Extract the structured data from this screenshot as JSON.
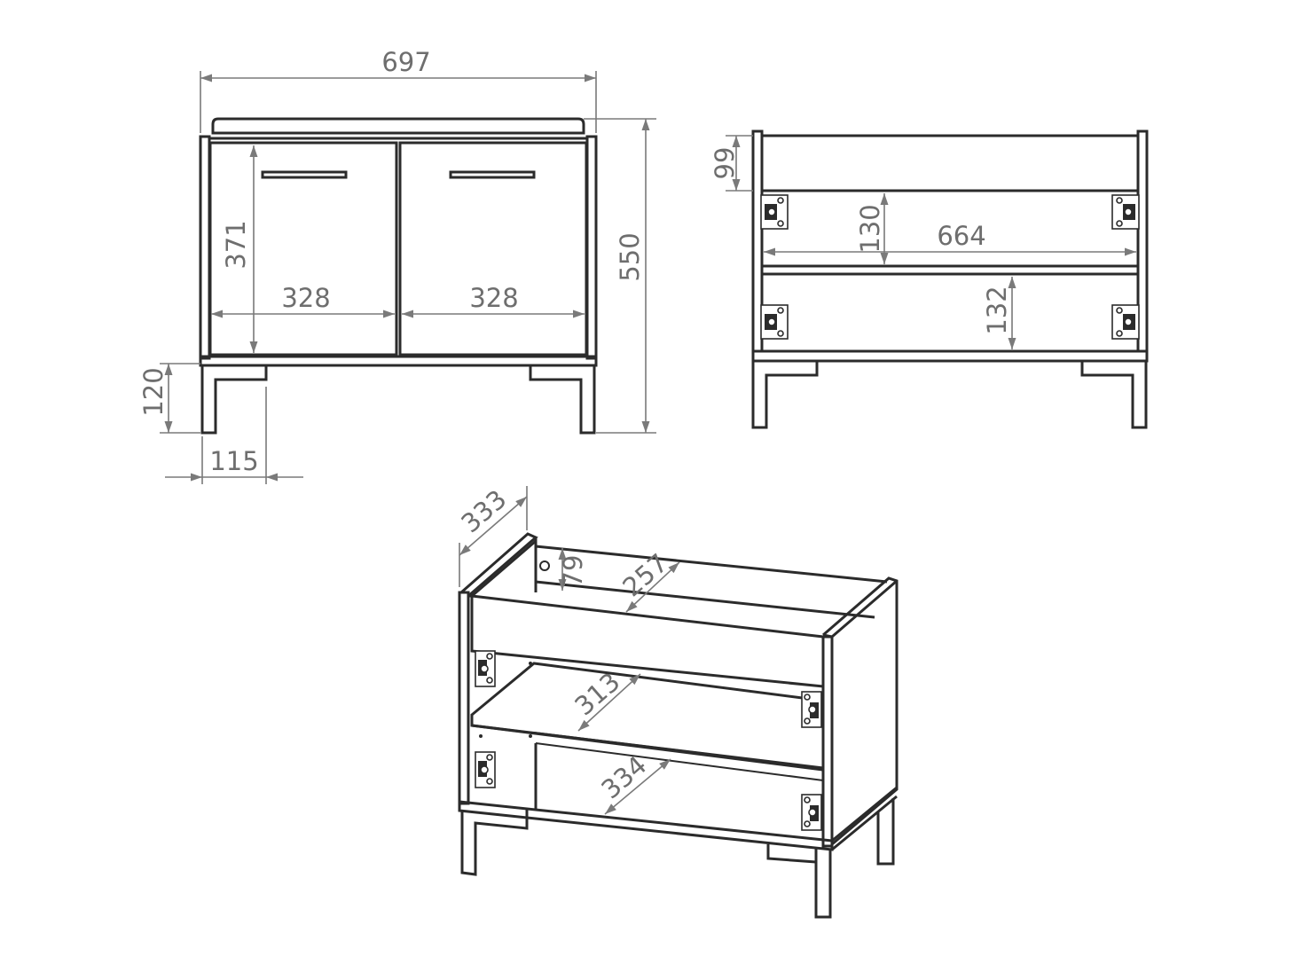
{
  "dimensions": {
    "front_width": "697",
    "front_height": "550",
    "door_height": "371",
    "door_left_width": "328",
    "door_right_width": "328",
    "leg_height": "120",
    "leg_offset": "115",
    "open_top_gap": "99",
    "open_upper_compartment": "130",
    "open_inner_width": "664",
    "open_lower_compartment": "132",
    "iso_depth": "333",
    "iso_top_gap": "79",
    "iso_top_depth": "257",
    "iso_shelf_depth": "313",
    "iso_bottom_depth": "334"
  }
}
